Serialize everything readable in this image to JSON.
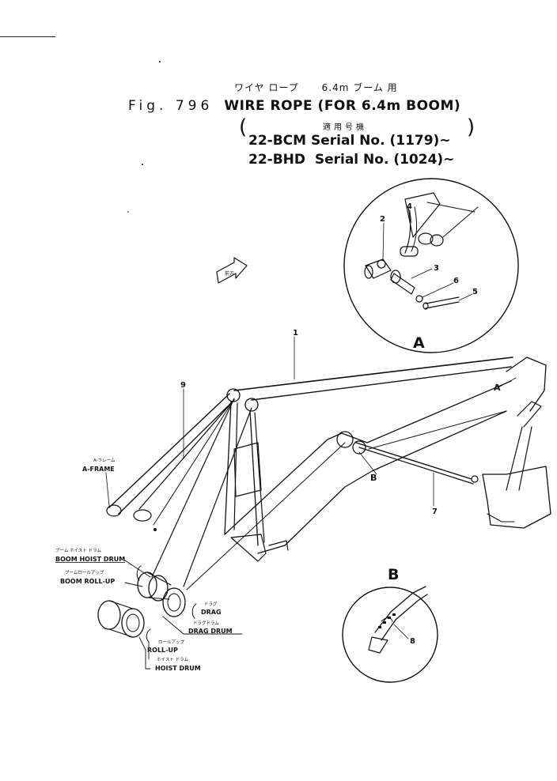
{
  "header": {
    "jp_title": "ワイヤ ロープ      6.4m ブーム 用",
    "fig_label": "Fig. 796",
    "title": "WIRE ROPE (FOR 6.4m BOOM)",
    "jp_applicable": "適用号機",
    "serial_1": "22-BCM Serial No. (1179)~",
    "serial_2": "22-BHD  Serial No. (1024)~"
  },
  "stamp_text": "前方",
  "callouts": {
    "detail_a": "A",
    "detail_b": "B",
    "marker_a": "A",
    "marker_b": "B"
  },
  "part_numbers": {
    "p1": "1",
    "p2": "2",
    "p3": "3",
    "p4": "4",
    "p5": "5",
    "p6": "6",
    "p7": "7",
    "p8": "8",
    "p9": "9"
  },
  "labels": {
    "a_frame_jp": "A-フレーム",
    "a_frame": "A-FRAME",
    "boom_hoist_drum_jp": "ブーム ホイスト ドラム",
    "boom_hoist_drum": "BOOM HOIST DRUM",
    "boom_rollup_jp": "ブームロールアップ",
    "boom_rollup": "BOOM ROLL-UP",
    "drag_jp": "ドラグ",
    "drag": "DRAG",
    "drag_drum_jp": "ドラグドラム",
    "drag_drum": "DRAG DRUM",
    "rollup_jp": "ロールアップ",
    "rollup": "ROLL-UP",
    "hoist_drum_jp": "ホイスト ドラム",
    "hoist_drum": "HOIST DRUM"
  },
  "colors": {
    "ink": "#111111",
    "paper": "#ffffff"
  }
}
